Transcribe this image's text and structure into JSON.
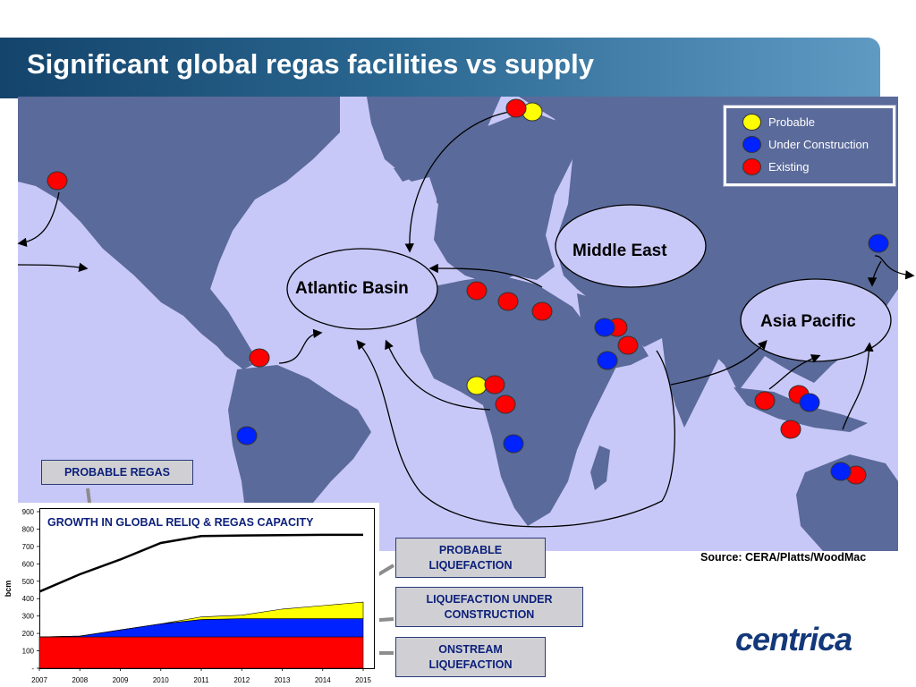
{
  "title": "Significant global regas facilities vs supply",
  "legend": [
    {
      "label": "Probable",
      "color": "#ffff00"
    },
    {
      "label": "Under Construction",
      "color": "#0022ff"
    },
    {
      "label": "Existing",
      "color": "#ff0000"
    }
  ],
  "regions": {
    "atlantic": "Atlantic Basin",
    "middle_east": "Middle East",
    "asia_pacific": "Asia Pacific"
  },
  "callouts": {
    "probable_regas": "PROBABLE REGAS",
    "probable_liquefaction": "PROBABLE LIQUEFACTION",
    "liquefaction_construction": "LIQUEFACTION UNDER CONSTRUCTION",
    "onstream_liquefaction": "ONSTREAM LIQUEFACTION"
  },
  "source": "Source: CERA/Platts/WoodMac",
  "logo": "centrica",
  "colors": {
    "existing": "#ff0000",
    "under_construction": "#0022ff",
    "probable": "#ffff00",
    "map_land": "#5a6a9a",
    "map_sea": "#c8c8f8"
  },
  "chart_data": {
    "type": "area",
    "title": "GROWTH IN GLOBAL RELIQ & REGAS CAPACITY",
    "ylabel": "bcm",
    "xlabel": "",
    "x": [
      2007,
      2008,
      2009,
      2010,
      2011,
      2012,
      2013,
      2014,
      2015
    ],
    "ylim": [
      0,
      900
    ],
    "yticks": [
      "-",
      "100",
      "200",
      "300",
      "400",
      "500",
      "600",
      "700",
      "800",
      "900"
    ],
    "series": [
      {
        "key": "onstream",
        "color": "#ff0000",
        "values": [
          180,
          180,
          180,
          180,
          180,
          180,
          180,
          180,
          180
        ]
      },
      {
        "key": "construction",
        "color": "#0022ff",
        "values": [
          0,
          5,
          40,
          75,
          100,
          105,
          105,
          105,
          105
        ]
      },
      {
        "key": "probable",
        "color": "#ffff00",
        "values": [
          0,
          0,
          0,
          0,
          15,
          20,
          55,
          75,
          95
        ]
      }
    ],
    "regas_line": [
      440,
      540,
      625,
      720,
      760,
      763,
      765,
      767,
      767
    ]
  }
}
